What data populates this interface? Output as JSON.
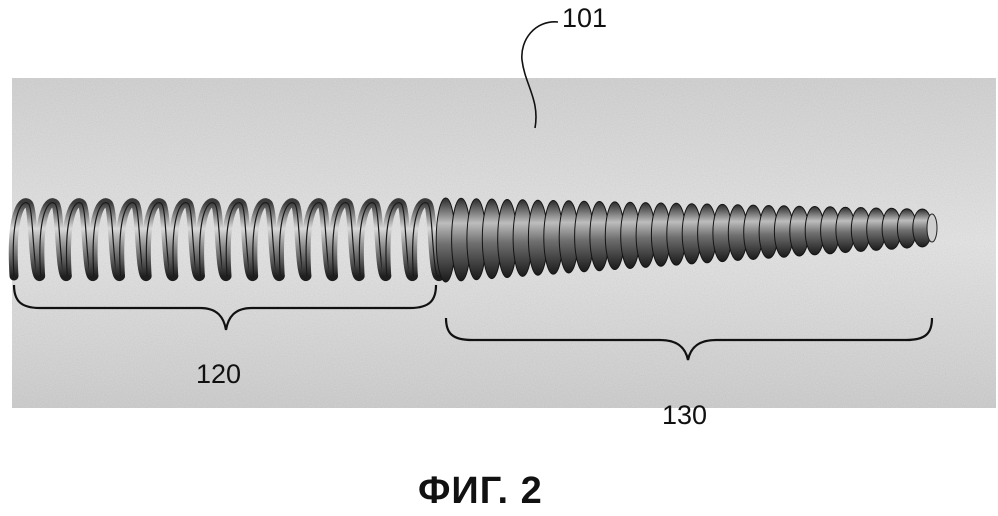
{
  "figure": {
    "caption": "ФИГ. 2",
    "labels": {
      "coil": "101",
      "section_loose": "120",
      "section_tight": "130"
    },
    "sections": {
      "loose_turns": 16,
      "tight_turns": 32
    },
    "colors": {
      "background_band": "#dcdcdc",
      "coil_dark": "#2a2a2a",
      "coil_light": "#cfcfcf",
      "line": "#111111"
    }
  }
}
